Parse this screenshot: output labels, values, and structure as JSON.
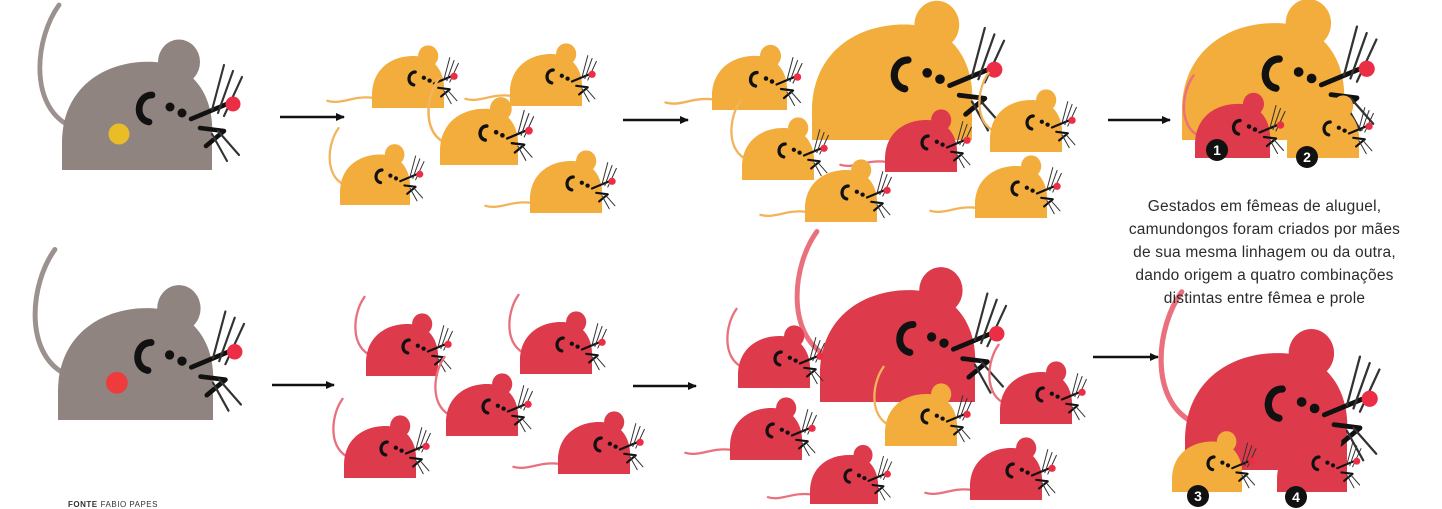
{
  "colors": {
    "gray": "#8f8480",
    "orange": "#f3ad3c",
    "red": "#dd3a4c",
    "ink": "#111111",
    "nose": "#ec2d46",
    "tail_gray": "#9b918e",
    "tail_orange": "#f2b45a",
    "tail_red": "#e9707c",
    "marker_yellow": "#e9bd27",
    "marker_red": "#ee3b3b"
  },
  "icons": {
    "mouse": "mouse-icon",
    "arrow": "arrow-right-icon",
    "badge": "number-badge-icon"
  },
  "caption": {
    "line1": "Gestados em fêmeas de aluguel,",
    "line2": "camundongos foram criados por mães",
    "line3": "de sua mesma linhagem ou da outra,",
    "line4": "dando origem a quatro combinações",
    "line5": "distintas entre fêmea e prole"
  },
  "badges": [
    "1",
    "2",
    "3",
    "4"
  ],
  "source": {
    "label": "FONTE",
    "text": "FABIO PAPES"
  }
}
